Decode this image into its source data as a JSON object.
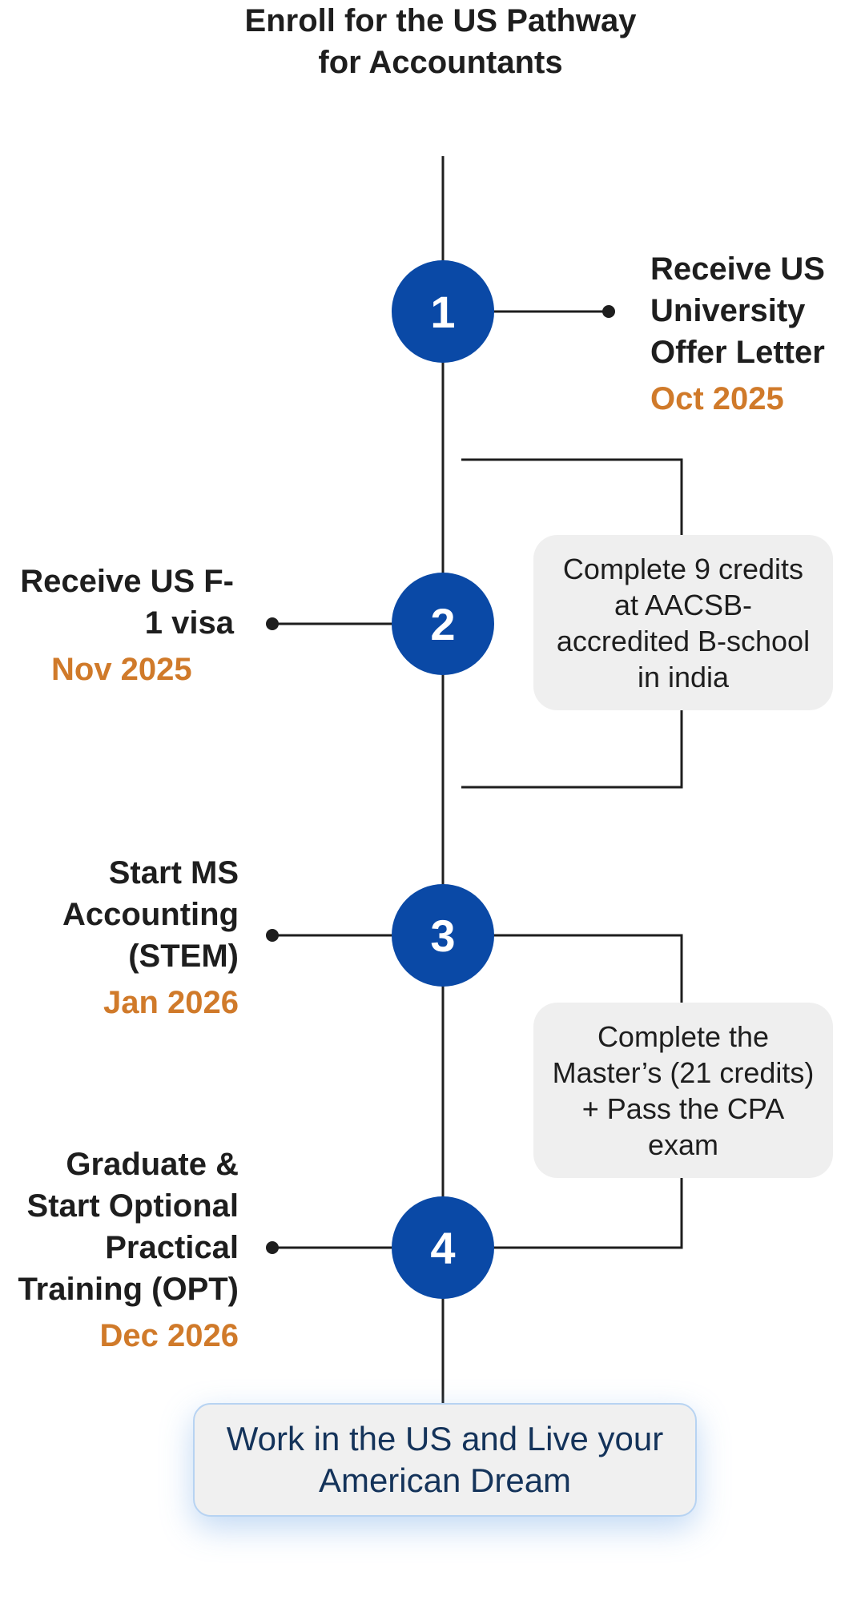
{
  "title": "Enroll for the US Pathway for Accountants",
  "accent_color": "#0a49a6",
  "date_color": "#d07a2a",
  "steps": [
    {
      "number": "1",
      "label": "Receive US University Offer Letter",
      "date": "Oct 2025"
    },
    {
      "number": "2",
      "label": "Receive US F-1 visa",
      "date": "Nov 2025"
    },
    {
      "number": "3",
      "label": "Start MS Accounting (STEM)",
      "date": "Jan 2026"
    },
    {
      "number": "4",
      "label": "Graduate & Start Optional Practical Training (OPT)",
      "date": "Dec 2026"
    }
  ],
  "notes": [
    "Complete 9 credits at AACSB-accredited B-school in india",
    "Complete the Master’s (21 credits) + Pass the CPA exam"
  ],
  "final": "Work in the US and Live your American Dream"
}
